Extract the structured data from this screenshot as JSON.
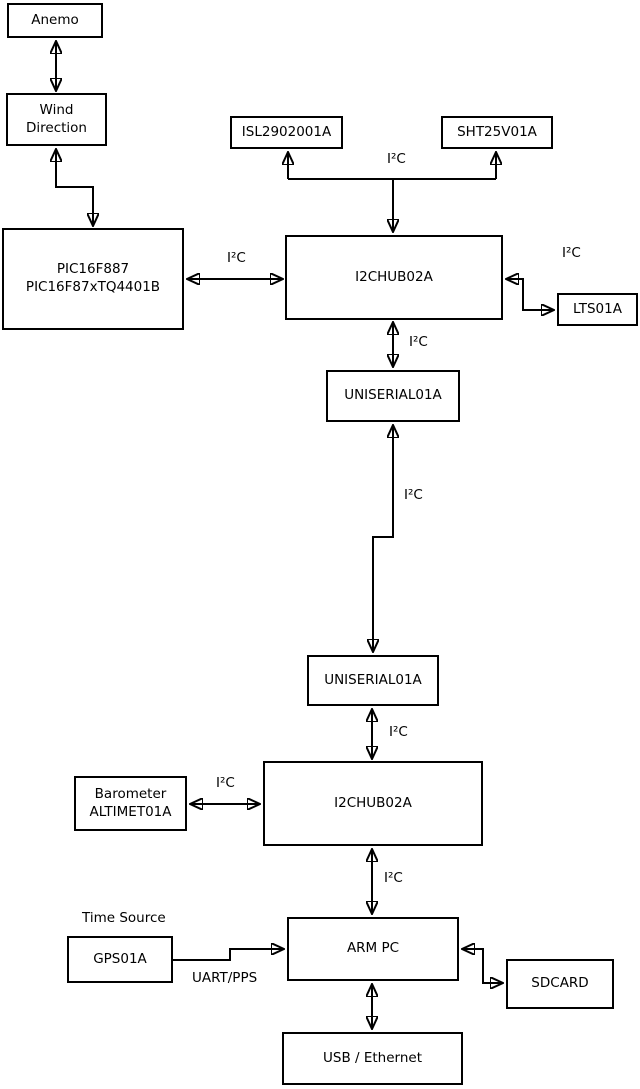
{
  "diagram_type": "block-diagram",
  "colors": {
    "background": "#ffffff",
    "stroke": "#000000",
    "text": "#000000"
  },
  "boxes": {
    "anemo": {
      "lines": [
        "Anemo"
      ]
    },
    "wind_direction": {
      "lines": [
        "Wind",
        "Direction"
      ]
    },
    "pic": {
      "lines": [
        "PIC16F887",
        "PIC16F87xTQ4401B"
      ]
    },
    "isl2902001a": {
      "lines": [
        "ISL2902001A"
      ]
    },
    "sht25v01a": {
      "lines": [
        "SHT25V01A"
      ]
    },
    "i2chub_upper": {
      "lines": [
        "I2CHUB02A"
      ]
    },
    "lts01a": {
      "lines": [
        "LTS01A"
      ]
    },
    "uniserial_upper": {
      "lines": [
        "UNISERIAL01A"
      ]
    },
    "uniserial_lower": {
      "lines": [
        "UNISERIAL01A"
      ]
    },
    "barometer": {
      "lines": [
        "Barometer",
        "ALTIMET01A"
      ]
    },
    "i2chub_lower": {
      "lines": [
        "I2CHUB02A"
      ]
    },
    "gps01a": {
      "lines": [
        "GPS01A"
      ]
    },
    "arm_pc": {
      "lines": [
        "ARM PC"
      ]
    },
    "sdcard": {
      "lines": [
        "SDCARD"
      ]
    },
    "usb_ethernet": {
      "lines": [
        "USB / Ethernet"
      ]
    }
  },
  "edge_labels": {
    "sensors_branch": "I²C",
    "pic_hub": "I²C",
    "hub_lts": "I²C",
    "hub_uniserial": "I²C",
    "uniserial_link": "I²C",
    "uniserial_hub2": "I²C",
    "baro_hub2": "I²C",
    "hub2_armpc": "I²C",
    "gps_armpc": "UART/PPS"
  },
  "annotations": {
    "time_source": "Time Source"
  },
  "edges": [
    {
      "from": "Anemo",
      "to": "Wind Direction",
      "bidirectional": true,
      "label": ""
    },
    {
      "from": "Wind Direction",
      "to": "PIC16F887",
      "bidirectional": true,
      "label": ""
    },
    {
      "from": "PIC16F887",
      "to": "I2CHUB02A (upper)",
      "bidirectional": true,
      "label": "I²C"
    },
    {
      "from": "I2CHUB02A (upper)",
      "to": "ISL2902001A",
      "bidirectional": false,
      "label": "I²C"
    },
    {
      "from": "I2CHUB02A (upper)",
      "to": "SHT25V01A",
      "bidirectional": false,
      "label": "I²C"
    },
    {
      "from": "I2CHUB02A (upper)",
      "to": "LTS01A",
      "bidirectional": true,
      "label": "I²C"
    },
    {
      "from": "I2CHUB02A (upper)",
      "to": "UNISERIAL01A (upper)",
      "bidirectional": true,
      "label": "I²C"
    },
    {
      "from": "UNISERIAL01A (upper)",
      "to": "UNISERIAL01A (lower)",
      "bidirectional": true,
      "label": "I²C"
    },
    {
      "from": "UNISERIAL01A (lower)",
      "to": "I2CHUB02A (lower)",
      "bidirectional": true,
      "label": "I²C"
    },
    {
      "from": "Barometer ALTIMET01A",
      "to": "I2CHUB02A (lower)",
      "bidirectional": true,
      "label": "I²C"
    },
    {
      "from": "I2CHUB02A (lower)",
      "to": "ARM PC",
      "bidirectional": true,
      "label": "I²C"
    },
    {
      "from": "GPS01A",
      "to": "ARM PC",
      "bidirectional": false,
      "label": "UART/PPS"
    },
    {
      "from": "ARM PC",
      "to": "SDCARD",
      "bidirectional": true,
      "label": ""
    },
    {
      "from": "ARM PC",
      "to": "USB / Ethernet",
      "bidirectional": true,
      "label": ""
    }
  ]
}
